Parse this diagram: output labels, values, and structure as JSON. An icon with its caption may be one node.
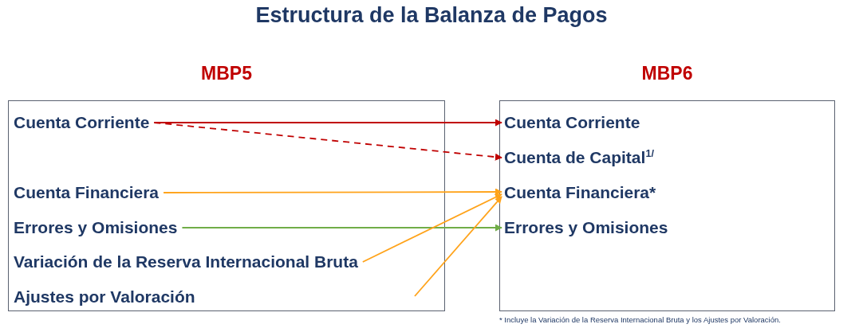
{
  "diagram": {
    "title": "Estructura de la Balanza de Pagos",
    "nodes": [
      {
        "text": [
          "MBP5"
        ]
      },
      {
        "text": [
          "MBP6"
        ]
      },
      {
        "text": [
          "Cuenta Corriente"
        ],
        "in": 0
      },
      {
        "text": [
          "Cuenta Financiera"
        ],
        "in": 0
      },
      {
        "text": [
          "Errores y Omisiones"
        ],
        "in": 0
      },
      {
        "text": [
          "Variación de la Reserva Internacional Bruta"
        ],
        "in": 0
      },
      {
        "text": [
          "Ajustes por Valoración"
        ],
        "in": 0
      },
      {
        "text": [
          "Cuenta Corriente"
        ],
        "in": 1
      },
      {
        "text": [
          "Cuenta de Capital$^{1/}$"
        ],
        "in": 1
      },
      {
        "text": [
          "Cuenta Financiera*"
        ],
        "in": 1
      },
      {
        "text": [
          "Errores y Omisiones"
        ],
        "in": 1
      }
    ],
    "edges": [
      {
        "from": 2,
        "to": 7,
        "arrow": "to",
        "color": "#c00000"
      },
      {
        "from": 2,
        "to": 8,
        "arrow": "to",
        "style": "dashed",
        "color": "#c00000"
      },
      {
        "from": 3,
        "to": 9,
        "arrow": "to"
      },
      {
        "from": 4,
        "to": 10,
        "arrow": "to",
        "color": "#70ad47"
      },
      {
        "from": 5,
        "to": 9,
        "arrow": "to"
      },
      {
        "from": null,
        "to": 9,
        "arrow": "to"
      }
    ],
    "labels": [
      "* Incluye la Variación de la Reserva Internacional Bruta y los Ajustes por Valoración."
    ]
  }
}
